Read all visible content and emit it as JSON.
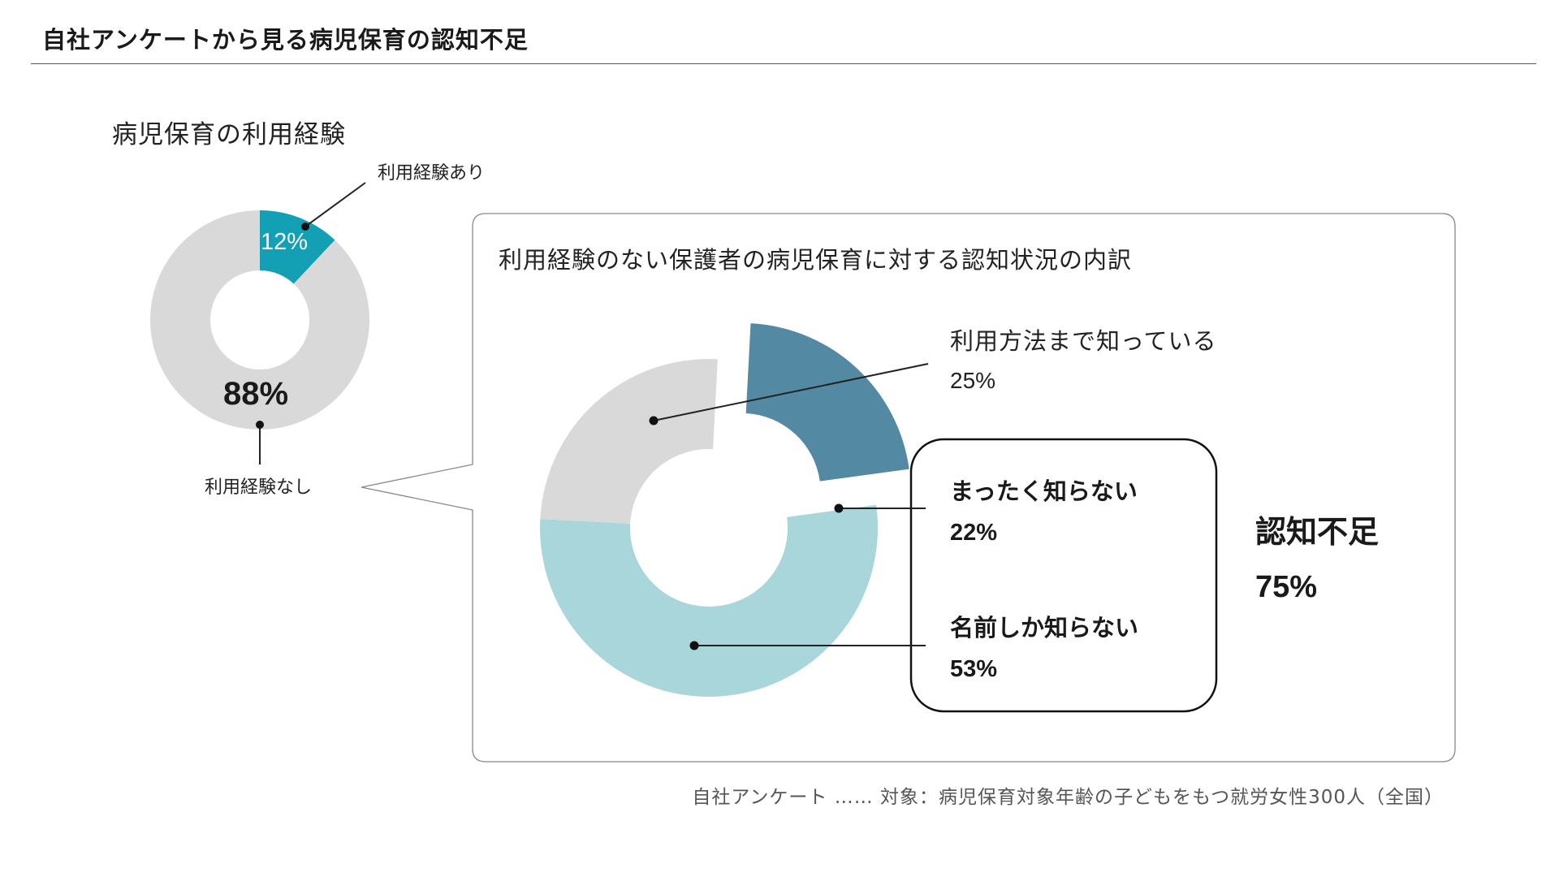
{
  "header": {
    "title": "自社アンケートから見る病児保育の認知不足"
  },
  "colors": {
    "teal": "#13a0b5",
    "steel_blue": "#5389a3",
    "light_teal": "#a9d6da",
    "light_gray": "#d9d9d9",
    "frame": "#888888",
    "text": "#222222"
  },
  "chart_data": [
    {
      "type": "pie",
      "title": "病児保育の利用経験",
      "slices": [
        {
          "label": "利用経験あり",
          "value": 12,
          "display": "12%"
        },
        {
          "label": "利用経験なし",
          "value": 88,
          "display": "88%"
        }
      ]
    },
    {
      "type": "pie",
      "title": "利用経験のない保護者の病児保育に対する認知状況の内訳",
      "slices": [
        {
          "label": "まったく知らない",
          "value": 22,
          "display": "22%"
        },
        {
          "label": "名前しか知らない",
          "value": 53,
          "display": "53%"
        },
        {
          "label": "利用方法まで知っている",
          "value": 25,
          "display": "25%"
        }
      ],
      "group": {
        "label": "認知不足",
        "value": "75%"
      }
    }
  ],
  "footnote": "自社アンケート …… 対象：病児保育対象年齢の子どもをもつ就労女性300人（全国）"
}
